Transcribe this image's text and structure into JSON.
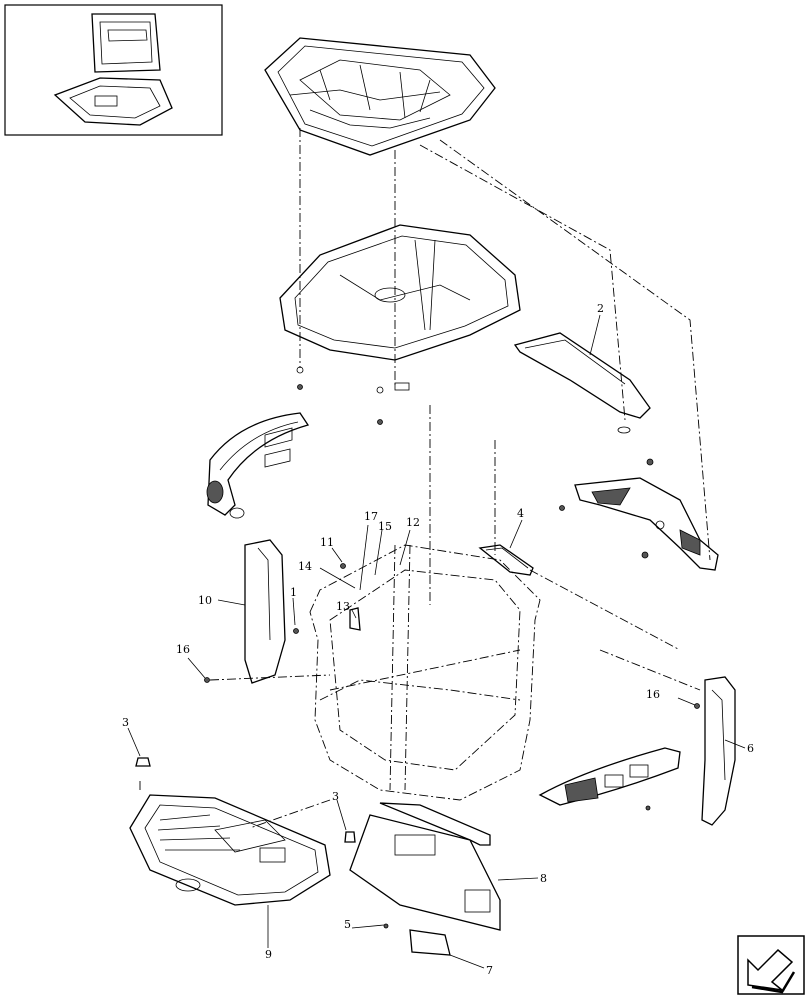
{
  "callouts": [
    {
      "id": "c1",
      "text": "1"
    },
    {
      "id": "c2",
      "text": "2"
    },
    {
      "id": "c3a",
      "text": "3"
    },
    {
      "id": "c3b",
      "text": "3"
    },
    {
      "id": "c4",
      "text": "4"
    },
    {
      "id": "c5",
      "text": "5"
    },
    {
      "id": "c6",
      "text": "6"
    },
    {
      "id": "c7",
      "text": "7"
    },
    {
      "id": "c8",
      "text": "8"
    },
    {
      "id": "c9",
      "text": "9"
    },
    {
      "id": "c10",
      "text": "10"
    },
    {
      "id": "c11",
      "text": "11"
    },
    {
      "id": "c12",
      "text": "12"
    },
    {
      "id": "c13",
      "text": "13"
    },
    {
      "id": "c14",
      "text": "14"
    },
    {
      "id": "c15",
      "text": "15"
    },
    {
      "id": "c16a",
      "text": "16"
    },
    {
      "id": "c16b",
      "text": "16"
    },
    {
      "id": "c17",
      "text": "17"
    }
  ],
  "icons": {
    "thumbnail": "cab-overview-thumbnail",
    "navigation": "back-arrow-icon"
  },
  "colors": {
    "line": "#000000",
    "background": "#ffffff",
    "shade": "#555555"
  }
}
